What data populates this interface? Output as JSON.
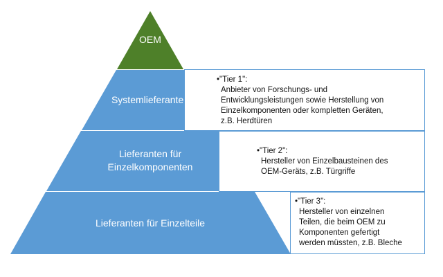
{
  "colors": {
    "apex": "#4e8029",
    "tier": "#5b9bd5",
    "box_border": "#5b9bd5",
    "label_text": "#ffffff"
  },
  "pyramid": {
    "apex_label": "OEM",
    "levels": [
      {
        "label_lines": [
          "Systemlieferanten"
        ]
      },
      {
        "label_lines": [
          "Lieferanten für",
          "Einzelkomponenten"
        ]
      },
      {
        "label_lines": [
          "Lieferanten für Einzelteile"
        ]
      }
    ]
  },
  "descriptions": [
    {
      "bullet": "•",
      "tier": "\"Tier 1\":",
      "lines": [
        "Anbieter von Forschungs- und",
        "Entwicklungsleistungen sowie Herstellung von",
        "Einzelkomponenten oder kompletten Geräten,",
        "z.B. Herdtüren"
      ]
    },
    {
      "bullet": "•",
      "tier": "\"Tier 2\":",
      "lines": [
        "Hersteller von Einzelbausteinen des",
        "OEM-Geräts, z.B. Türgriffe"
      ]
    },
    {
      "bullet": "•",
      "tier": "\"Tier 3\":",
      "lines": [
        "Hersteller von einzelnen",
        "Teilen, die beim OEM zu",
        "Komponenten gefertigt",
        "werden müssten, z.B. Bleche"
      ]
    }
  ]
}
